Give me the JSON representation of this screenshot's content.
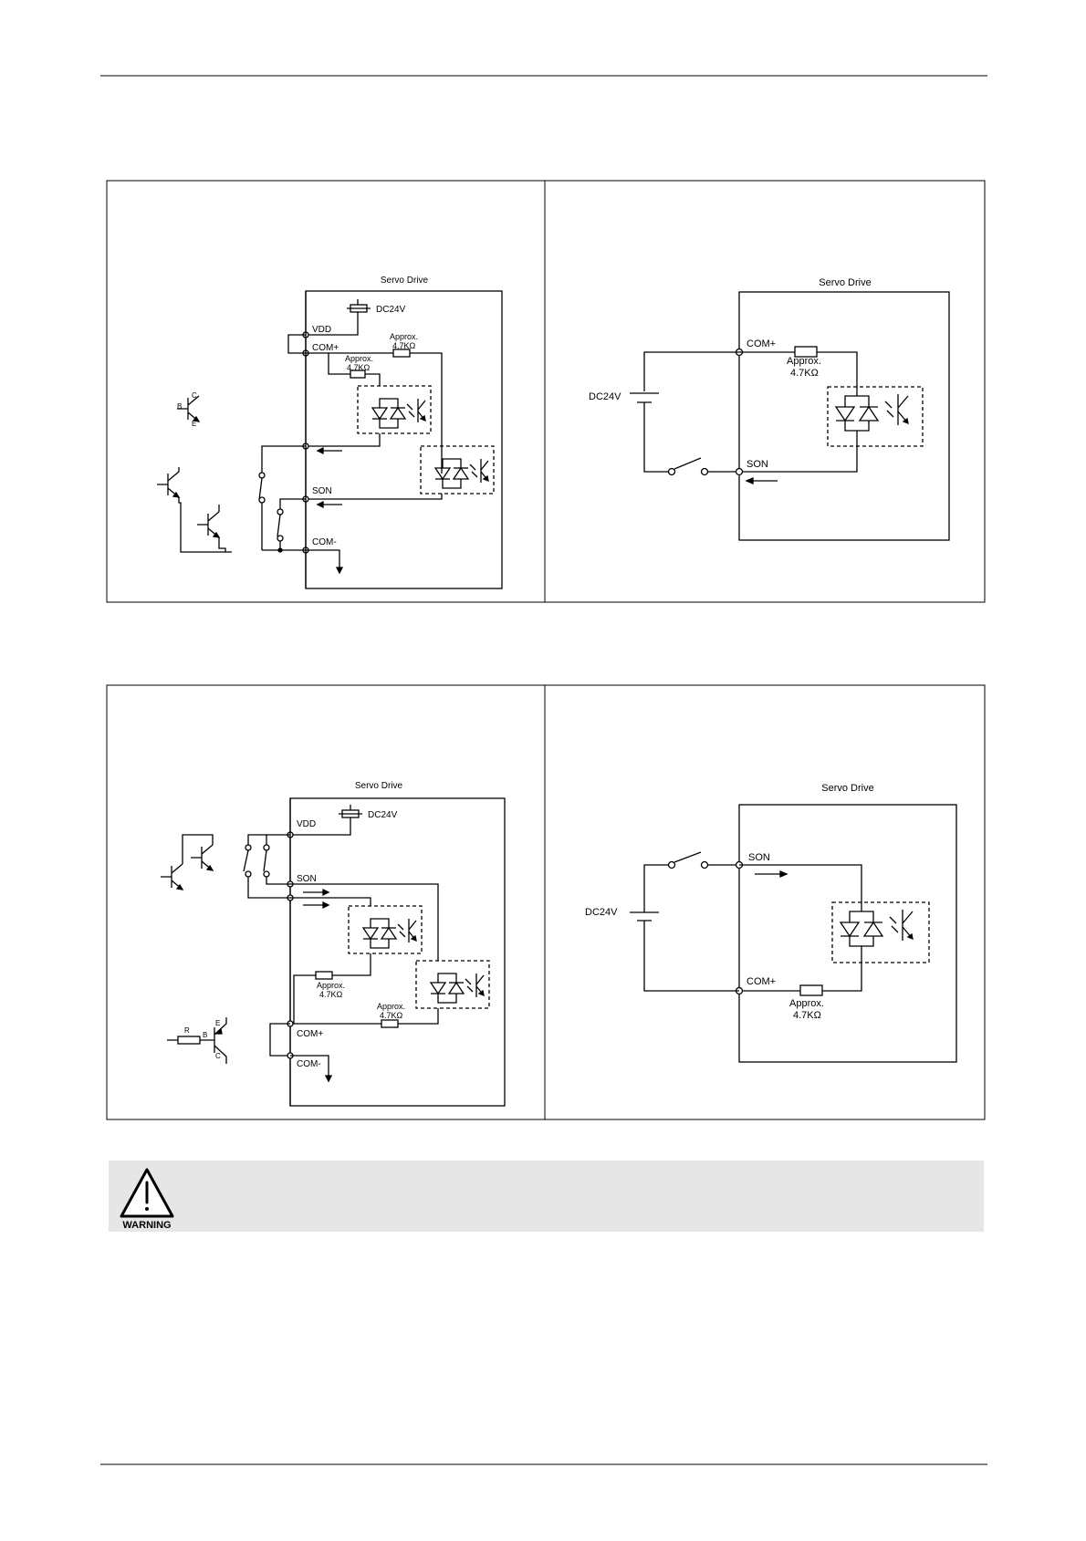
{
  "labels": {
    "servo_drive": "Servo Drive",
    "dc24v": "DC24V",
    "vdd": "VDD",
    "com_plus": "COM+",
    "com_minus": "COM-",
    "son": "SON",
    "approx": "Approx.",
    "res_4k7": "4.7KΩ",
    "b": "B",
    "c": "C",
    "e": "E",
    "r": "R"
  },
  "warning": {
    "icon": "warning-triangle-icon",
    "label": "WARNING",
    "background": "#e6e6e6"
  }
}
